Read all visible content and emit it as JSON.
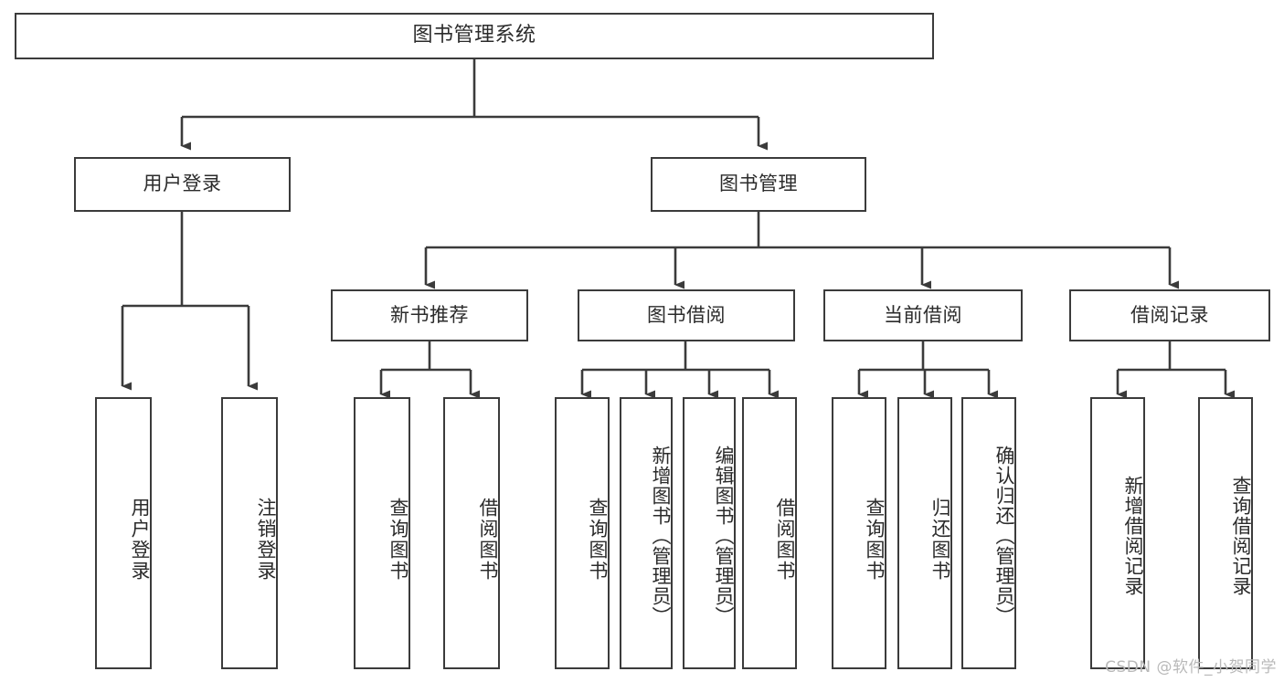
{
  "diagram": {
    "title": "图书管理系统",
    "watermark": "CSDN @软件_小贺同学",
    "style": {
      "border_color": "#3b3b3b",
      "text_color": "#2b2b2b",
      "background": "#ffffff",
      "watermark_color": "#b9b9b9"
    },
    "root": {
      "label": "图书管理系统"
    },
    "level1": [
      {
        "label": "用户登录"
      },
      {
        "label": "图书管理"
      }
    ],
    "level2": [
      {
        "label": "新书推荐"
      },
      {
        "label": "图书借阅"
      },
      {
        "label": "当前借阅"
      },
      {
        "label": "借阅记录"
      }
    ],
    "leaves": {
      "user_login": [
        {
          "label": "用户登录"
        },
        {
          "label": "注销登录"
        }
      ],
      "new_book_recommend": [
        {
          "label": "查询图书"
        },
        {
          "label": "借阅图书"
        }
      ],
      "book_borrow": [
        {
          "label": "查询图书"
        },
        {
          "label": "新增图书（管理员）"
        },
        {
          "label": "编辑图书（管理员）"
        },
        {
          "label": "借阅图书"
        }
      ],
      "current_borrow": [
        {
          "label": "查询图书"
        },
        {
          "label": "归还图书"
        },
        {
          "label": "确认归还（管理员）"
        }
      ],
      "borrow_record": [
        {
          "label": "新增借阅记录"
        },
        {
          "label": "查询借阅记录"
        }
      ]
    }
  }
}
